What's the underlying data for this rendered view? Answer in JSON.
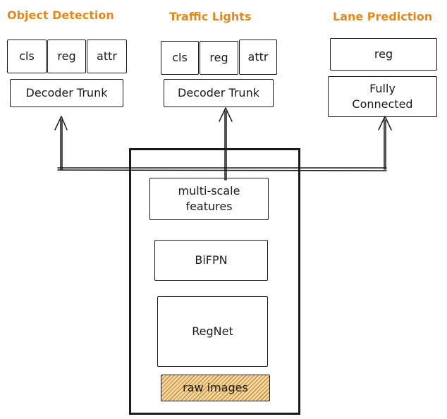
{
  "heads": {
    "object_detection": {
      "title": "Object Detection",
      "cls": "cls",
      "reg": "reg",
      "attr": "attr",
      "trunk": "Decoder Trunk"
    },
    "traffic_lights": {
      "title": "Traffic Lights",
      "cls": "cls",
      "reg": "reg",
      "attr": "attr",
      "trunk": "Decoder Trunk"
    },
    "lane_prediction": {
      "title": "Lane Prediction",
      "reg": "reg",
      "fc": "Fully\nConnected"
    }
  },
  "backbone": {
    "features": "multi-scale\nfeatures",
    "bifpn": "BiFPN",
    "regnet": "RegNet",
    "raw": "raw images"
  },
  "colors": {
    "title": "#e08a1e",
    "stroke": "#1a1a1a",
    "raw_fill": "#f5d8a8",
    "raw_hatch": "#c98a2a"
  }
}
